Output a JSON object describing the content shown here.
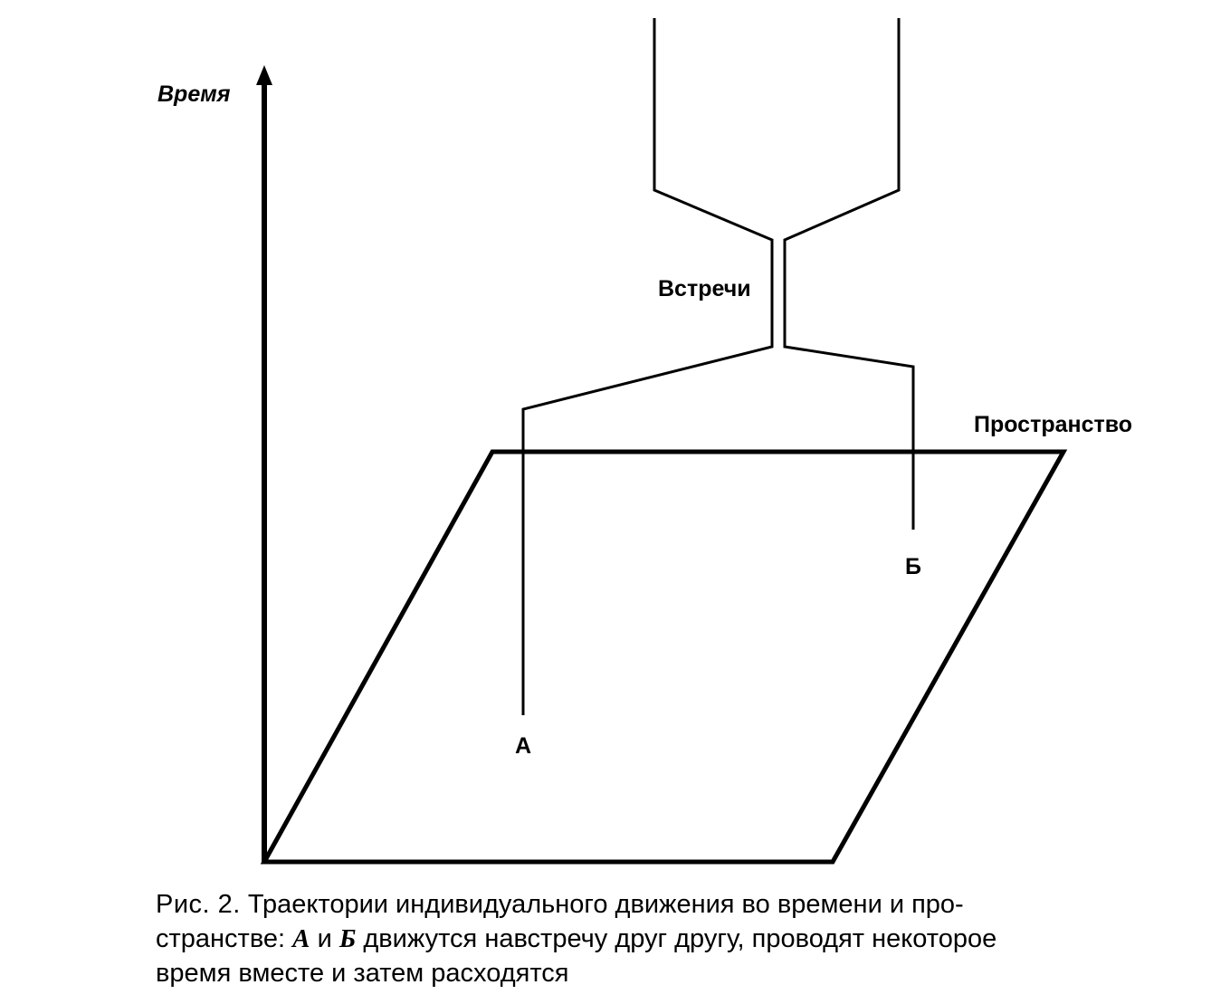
{
  "diagram": {
    "axis_time_label": "Время",
    "axis_space_label": "Пространство",
    "meeting_label": "Встречи",
    "point_a_label": "А",
    "point_b_label": "Б"
  },
  "caption": {
    "figure_number": "Рис. 2.",
    "line1_rest": "Траектории индивидуального движения во времени и про-",
    "line2_start": "странстве:",
    "var_a": "А",
    "conj": "и",
    "var_b": "Б",
    "line2_rest": "движутся навстречу друг другу, проводят некоторое",
    "line3": "время вместе и затем расходятся"
  }
}
